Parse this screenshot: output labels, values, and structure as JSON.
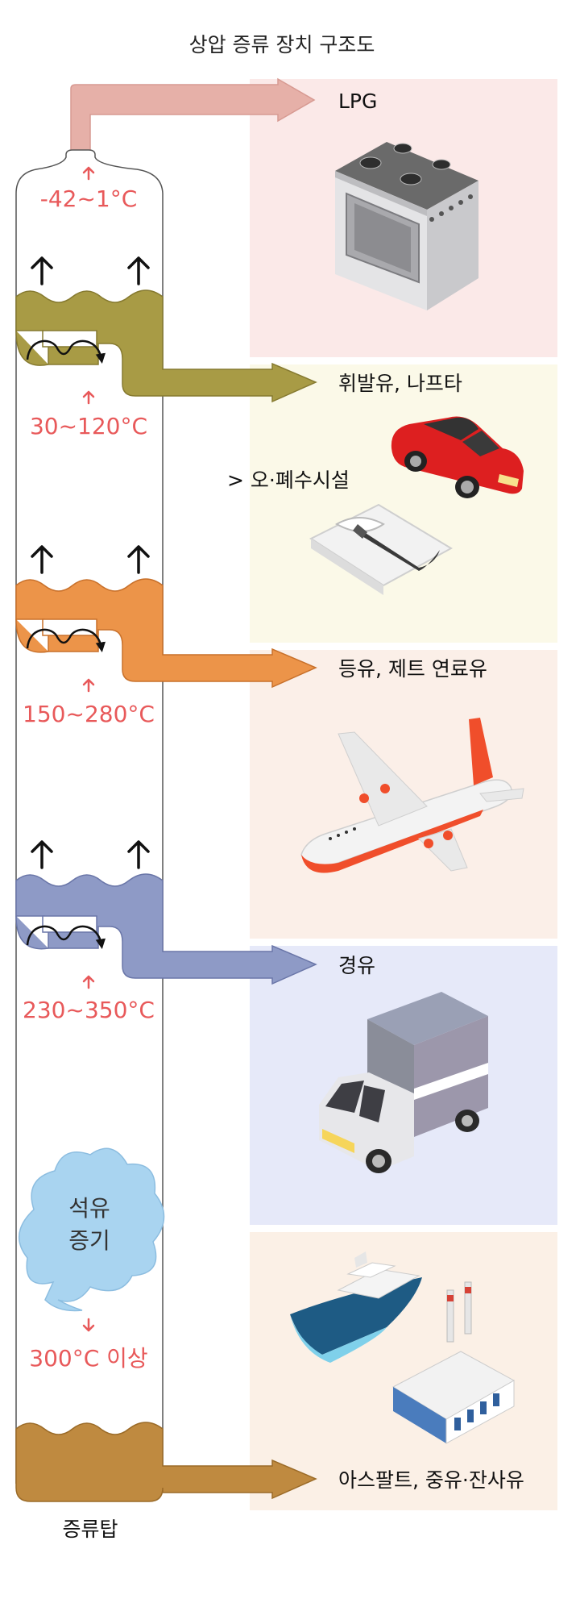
{
  "title": "상압 증류 장치 구조도",
  "tower_label": "증류탑",
  "vapor_label": {
    "line1": "석유",
    "line2": "증기"
  },
  "annotation": "> 오·폐수시설",
  "colors": {
    "temp_text": "#e8595a",
    "lpg_panel": "#fbe9e8",
    "gasoline_panel": "#fbf9e8",
    "kerosene_panel": "#fbefe8",
    "diesel_panel": "#e6e9f9",
    "asphalt_panel": "#fbf0e6",
    "gasoline_liquid": "#a89b45",
    "kerosene_liquid": "#ec9449",
    "diesel_liquid": "#8e9ac6",
    "residue_liquid": "#bf8a40",
    "lpg_pipe": "#e6b0a8",
    "vapor_cloud": "#a9d4f0"
  },
  "fractions": [
    {
      "product": "LPG",
      "temperature": "-42~1°C",
      "icon": "gas-stove-icon"
    },
    {
      "product": "휘발유, 나프타",
      "temperature": "30~120°C",
      "icon": "car-icon"
    },
    {
      "product": "등유, 제트 연료유",
      "temperature": "150~280°C",
      "icon": "airplane-icon"
    },
    {
      "product": "경유",
      "temperature": "230~350°C",
      "icon": "truck-icon"
    },
    {
      "product": "아스팔트, 중유·잔사유",
      "temperature": "300°C 이상",
      "icon": "ship-icon"
    }
  ],
  "extra_icons": [
    "shirt-icon",
    "factory-icon",
    "up-arrow-icon",
    "bubble-cap-icon"
  ]
}
